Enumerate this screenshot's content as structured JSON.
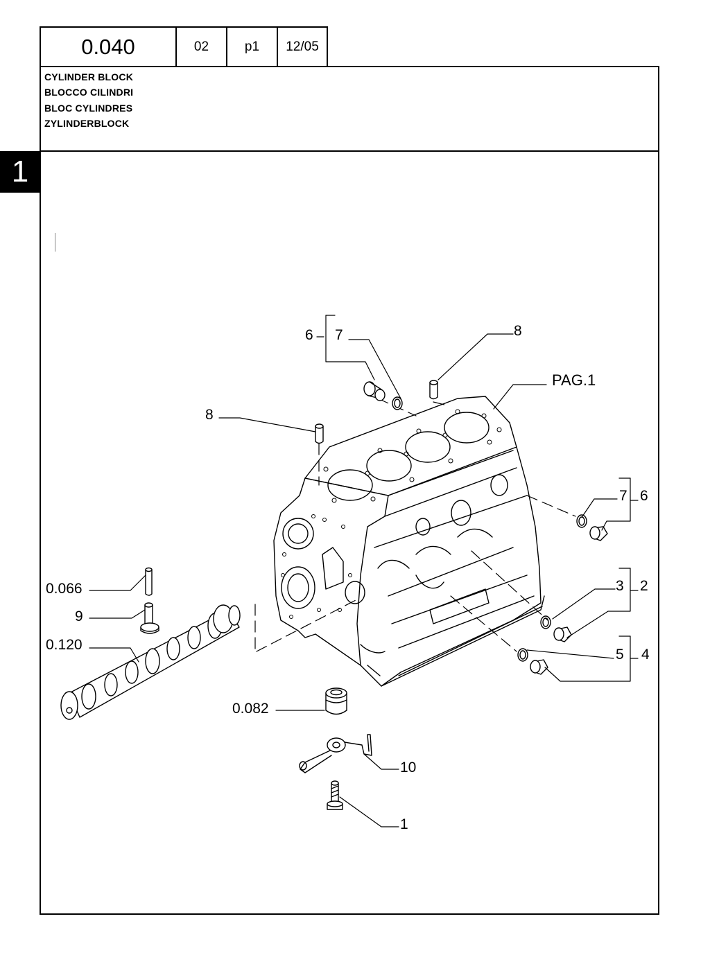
{
  "header": {
    "code": "0.040",
    "variant": "02",
    "page": "p1",
    "date": "12/05"
  },
  "title_lines": [
    "CYLINDER BLOCK",
    "BLOCCO CILINDRI",
    "BLOC CYLINDRES",
    "ZYLINDERBLOCK"
  ],
  "section_tab": "1",
  "callouts": {
    "c6a": "6",
    "c7a": "7",
    "c8a": "8",
    "pag": "PAG.1",
    "c8b": "8",
    "c7b": "7",
    "c6b": "6",
    "c3": "3",
    "c2": "2",
    "c5": "5",
    "c4": "4",
    "c0066": "0.066",
    "c9": "9",
    "c0120": "0.120",
    "c0082": "0.082",
    "c10": "10",
    "c1": "1"
  }
}
